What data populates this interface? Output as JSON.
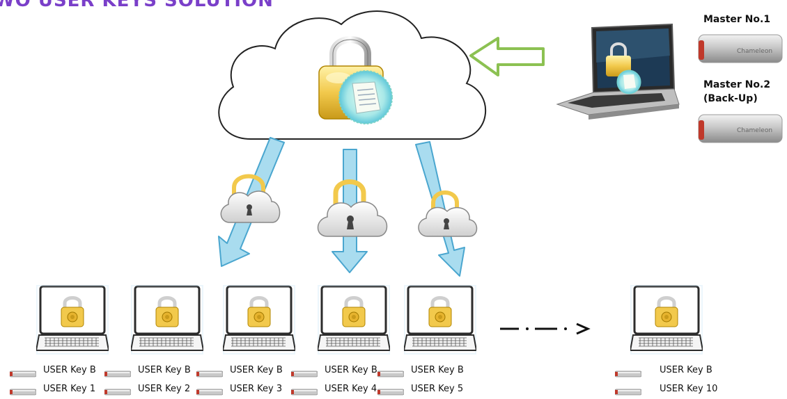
{
  "title": "WO USER KEYS SOLUTION",
  "master": {
    "label1": "Master No.1",
    "label2_line1": "Master No.2",
    "label2_line2": "(Back-Up)",
    "usb_brand": "Chameleon"
  },
  "laptops": [
    {
      "key_b": "USER Key B",
      "key_n": "USER Key 1"
    },
    {
      "key_b": "USER Key B",
      "key_n": "USER Key  2"
    },
    {
      "key_b": "USER Key B",
      "key_n": "USER Key 3"
    },
    {
      "key_b": "USER Key B",
      "key_n": "USER Key 4"
    },
    {
      "key_b": "USER Key B",
      "key_n": "USER Key 5"
    },
    {
      "key_b": "USER Key B",
      "key_n": "USER Key 10"
    }
  ],
  "colors": {
    "title": "#7a3fc9",
    "down_arrow": "#a9dcef",
    "down_arrow_border": "#4aa6cf",
    "master_arrow": "#ffffff",
    "master_arrow_border": "#8cc152"
  }
}
